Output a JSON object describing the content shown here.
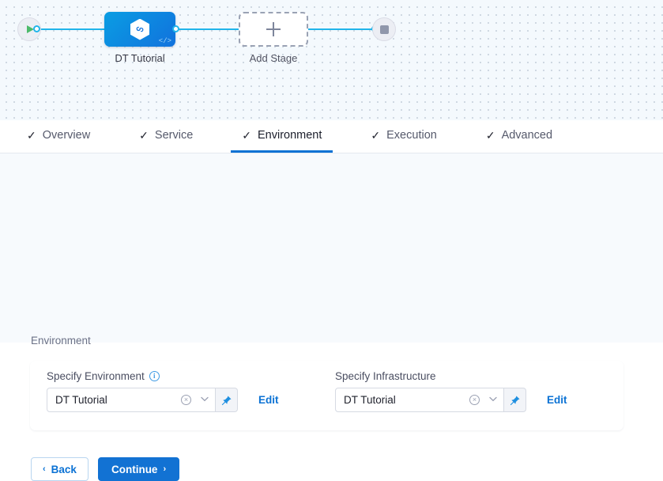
{
  "canvas": {
    "start_node": {
      "icon": "play-icon",
      "name": "pipeline-start"
    },
    "end_node": {
      "icon": "stop-icon",
      "name": "pipeline-end"
    },
    "stage": {
      "label": "DT Tutorial",
      "icon": "harness-hexagon-icon",
      "code_badge": "</>"
    },
    "add_stage": {
      "label": "Add Stage",
      "icon": "plus-icon"
    },
    "edge_color": "#21b5ea",
    "stage_color": "#1172dd"
  },
  "tabs": [
    {
      "label": "Overview",
      "check": "✓",
      "active": false
    },
    {
      "label": "Service",
      "check": "✓",
      "active": false
    },
    {
      "label": "Environment",
      "check": "✓",
      "active": true
    },
    {
      "label": "Execution",
      "check": "✓",
      "active": false
    },
    {
      "label": "Advanced",
      "check": "✓",
      "active": false
    }
  ],
  "content": {
    "section_title": "Environment",
    "fields": [
      {
        "label": "Specify Environment",
        "has_info_icon": true,
        "value": "DT Tutorial",
        "clear_icon": "×",
        "chevron": "⌄",
        "pin_icon": "pin-icon",
        "edit_label": "Edit"
      },
      {
        "label": "Specify Infrastructure",
        "has_info_icon": false,
        "value": "DT Tutorial",
        "clear_icon": "×",
        "chevron": "⌄",
        "pin_icon": "pin-icon",
        "edit_label": "Edit"
      }
    ]
  },
  "footer": {
    "back_label": "Back",
    "back_arrow": "‹",
    "continue_label": "Continue",
    "continue_arrow": "›"
  },
  "colors": {
    "accent_blue": "#0b72d4",
    "edge_blue": "#21b5ea",
    "play_green": "#4dba6a"
  }
}
